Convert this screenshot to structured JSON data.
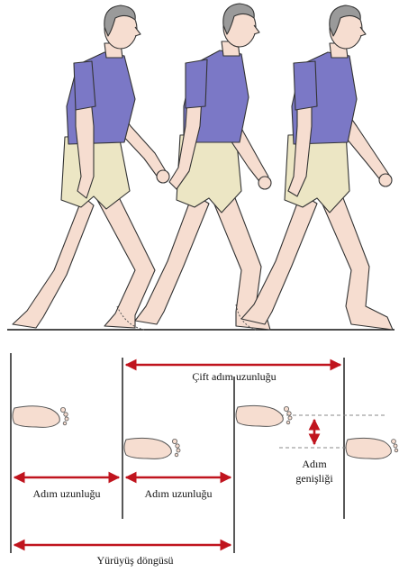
{
  "labels": {
    "stride_length": "Çift adım uzunluğu",
    "step_length_1": "Adım uzunluğu",
    "step_length_2": "Adım uzunluğu",
    "step_width_line1": "Adım",
    "step_width_line2": "genişliği",
    "gait_cycle": "Yürüyüş döngüsü"
  },
  "colors": {
    "arrow": "#c0141e",
    "line": "#111111",
    "skin": "#f6ddd0",
    "shirt": "#7b78c6",
    "shorts": "#ece6c4",
    "hair": "#9a9a9a"
  }
}
